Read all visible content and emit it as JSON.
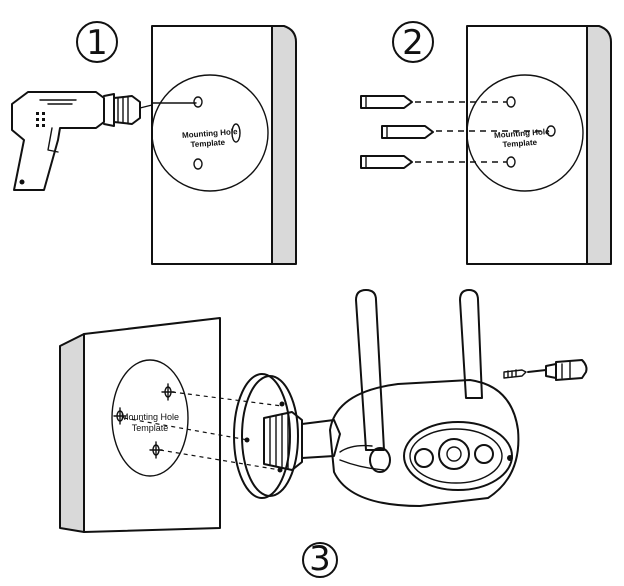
{
  "steps": {
    "step1": {
      "number": "1",
      "template_line1": "Mounting Hole",
      "template_line2": "Template"
    },
    "step2": {
      "number": "2",
      "template_line1": "Mounting Hole",
      "template_line2": "Template"
    },
    "step3": {
      "number": "3",
      "template_line1": "Mounting Hole",
      "template_line2": "Template"
    }
  },
  "icons": [
    "drill-icon",
    "wall-anchor-icon",
    "screw-icon",
    "screwdriver-icon",
    "security-camera-icon",
    "wall-panel"
  ]
}
